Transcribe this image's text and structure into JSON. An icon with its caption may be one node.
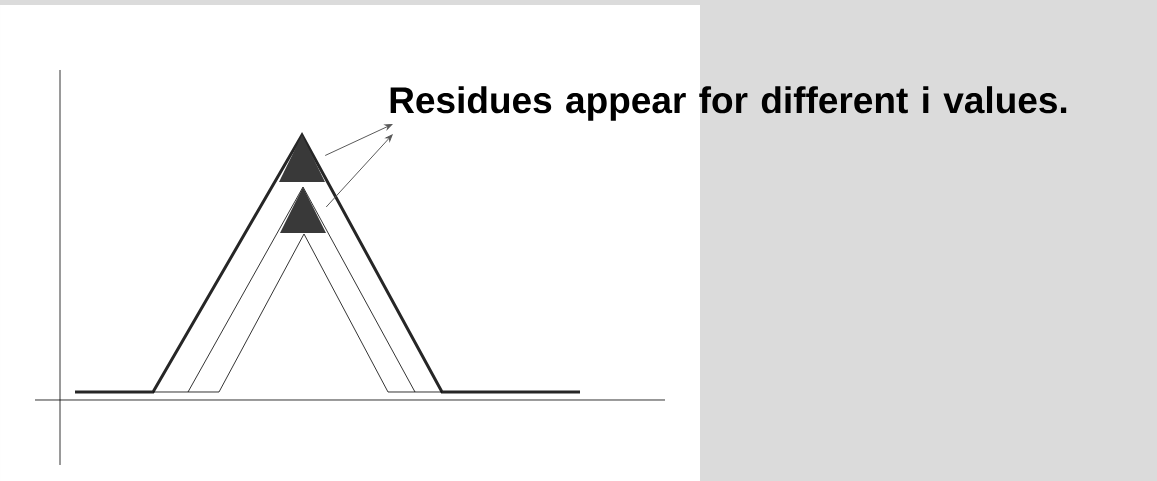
{
  "diagram": {
    "nodes": [
      {
        "text": [
          "Residues appear for different i values."
        ]
      },
      {
        "text": [],
        "shape": "triangle"
      },
      {
        "text": [],
        "shape": "triangle"
      }
    ],
    "edges": [
      {
        "from": 1,
        "to": 0,
        "arrow": "to"
      },
      {
        "from": 2,
        "to": 0,
        "arrow": "to"
      }
    ]
  }
}
